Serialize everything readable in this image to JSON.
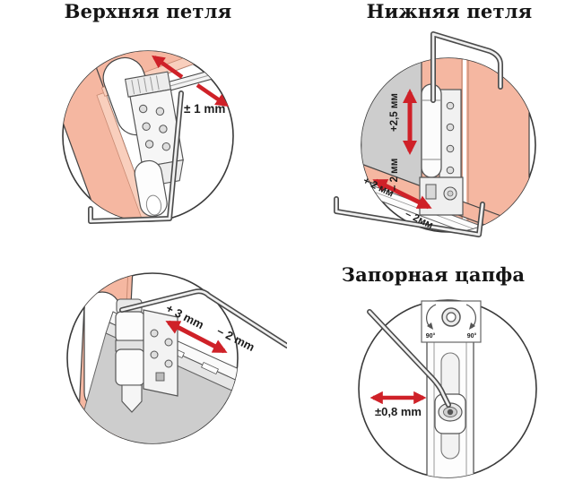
{
  "colors": {
    "frame_salmon": "#f5b7a1",
    "frame_salmon_light": "#f9cfbd",
    "sash_gray": "#cdcdcd",
    "arrow_red": "#cf2128",
    "outline": "#454545"
  },
  "panels": {
    "upper_hinge": {
      "title": "Верхняя петля",
      "adjustment_label": "± 1 mm"
    },
    "lower_hinge": {
      "title": "Нижняя петля",
      "vertical_plus": "+2,5 мм",
      "vertical_minus": "– 2 мм",
      "lateral_plus": "+ 2 мм",
      "lateral_minus": "– 2мм"
    },
    "side_hinge": {
      "plus_label": "+ 3 mm",
      "minus_label": "– 2 mm"
    },
    "locking_cam": {
      "title": "Запорная цапфа",
      "adjustment_label": "±0,8 mm",
      "rotation_left": "90°",
      "rotation_right": "90°"
    }
  }
}
